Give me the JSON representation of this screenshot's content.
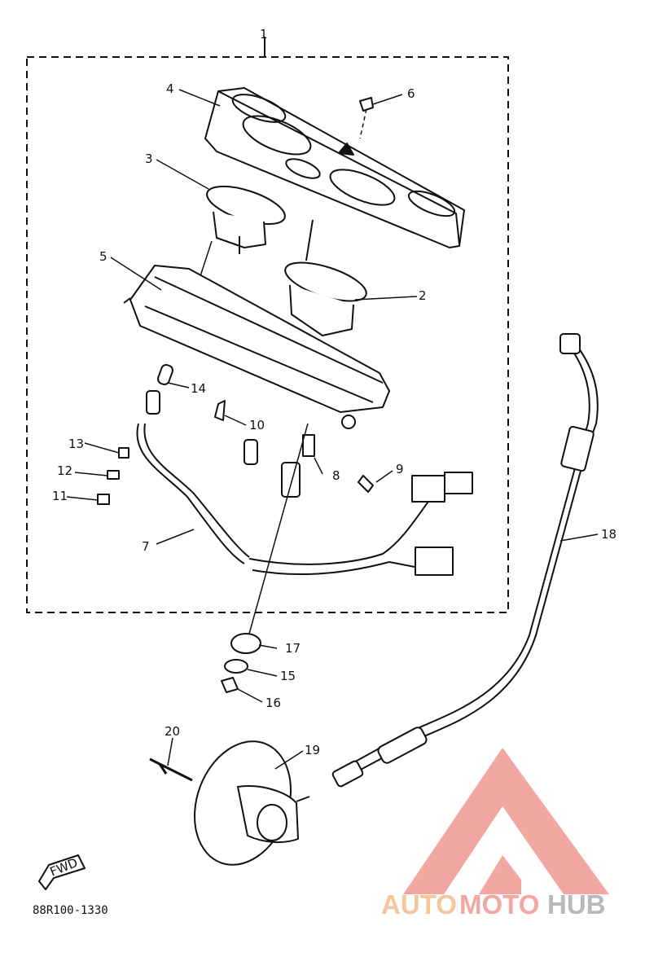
{
  "diagram": {
    "top_ref_label": "1",
    "part_labels": {
      "p1": "1",
      "p2": "2",
      "p3": "3",
      "p4": "4",
      "p5": "5",
      "p6": "6",
      "p7": "7",
      "p8": "8",
      "p9": "9",
      "p10": "10",
      "p11": "11",
      "p12": "12",
      "p13": "13",
      "p14": "14",
      "p15": "15",
      "p16": "16",
      "p17": "17",
      "p18": "18",
      "p19": "19",
      "p20": "20"
    },
    "front_arrow_label": "FWD",
    "drawing_code": "88R100-1330"
  },
  "watermark": {
    "auto": "AUTO",
    "moto": "MOTO",
    "hub": "HUB",
    "colors": {
      "red": "#f3a7a3",
      "orange": "#f6c59b",
      "gray": "#b9b9b9"
    }
  }
}
